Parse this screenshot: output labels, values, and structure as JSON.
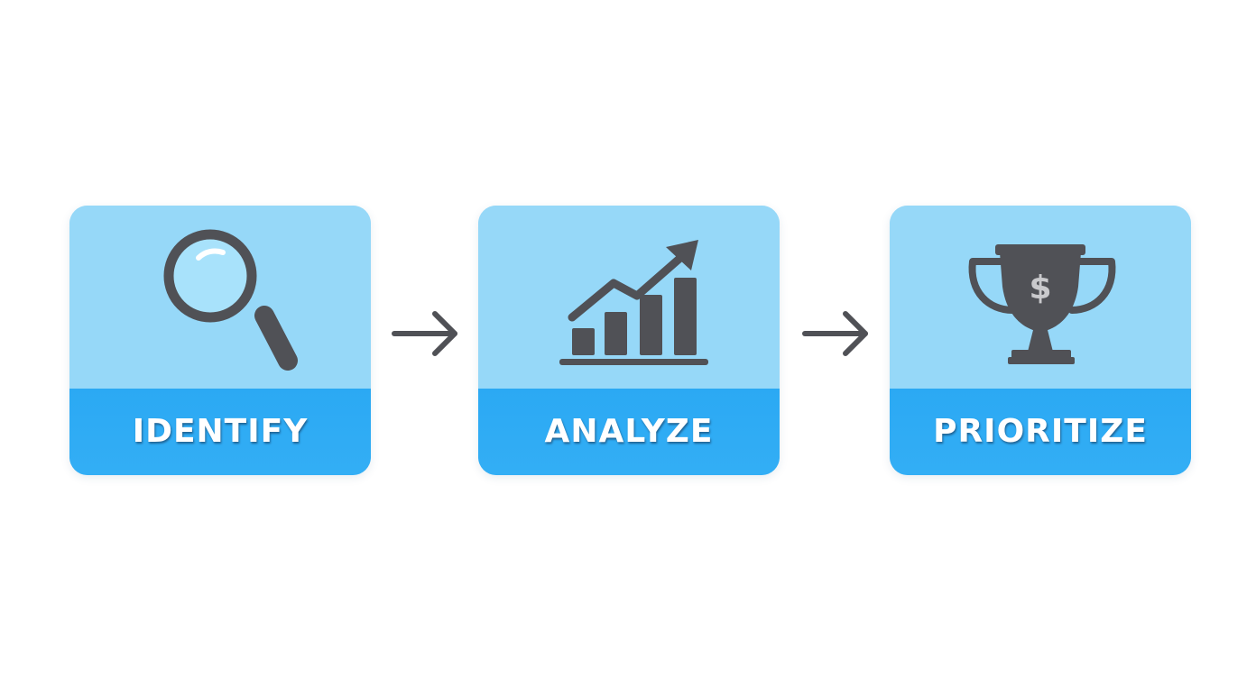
{
  "steps": [
    {
      "label": "IDENTIFY",
      "icon": "magnifying-glass-icon"
    },
    {
      "label": "ANALYZE",
      "icon": "growth-chart-icon"
    },
    {
      "label": "PRIORITIZE",
      "icon": "trophy-icon"
    }
  ],
  "connectors": [
    {
      "icon": "arrow-right-icon"
    },
    {
      "icon": "arrow-right-icon"
    }
  ],
  "trophy_symbol": "$",
  "colors": {
    "card_top": "#96d8f8",
    "card_bottom": "#2ba9f3",
    "icon": "#505156",
    "label_text": "#ffffff",
    "background": "#ffffff"
  }
}
